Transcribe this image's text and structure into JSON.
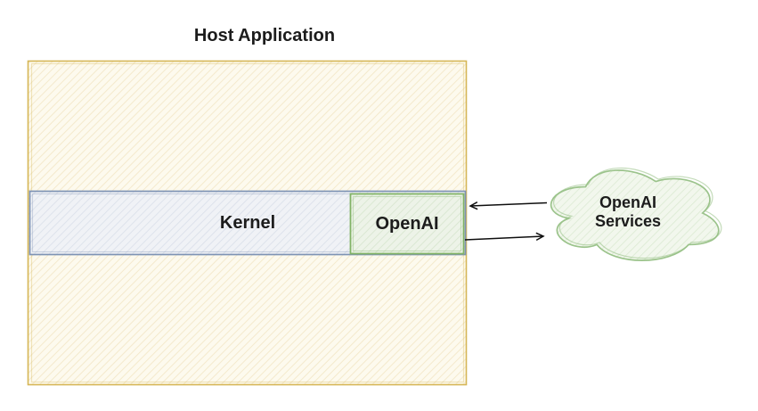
{
  "diagram": {
    "background": "#ffffff",
    "text_color": "#1c1c1c",
    "host": {
      "label": "Host Application",
      "border_color": "#d6b656",
      "fill_color": "#fdfaee"
    },
    "kernel": {
      "label": "Kernel",
      "border_color": "#7e93b4",
      "fill_color": "#f0f2f6"
    },
    "openai_connector": {
      "label": "OpenAI",
      "border_color": "#82b366",
      "fill_color": "#edf3e8"
    },
    "cloud": {
      "label": "OpenAI Services",
      "border_color": "#9bc38b",
      "fill_color": "#f2f7ed"
    },
    "arrows": {
      "color": "#0f0f0f",
      "inbound_direction": "OpenAI Services to OpenAI",
      "outbound_direction": "OpenAI to OpenAI Services"
    }
  }
}
